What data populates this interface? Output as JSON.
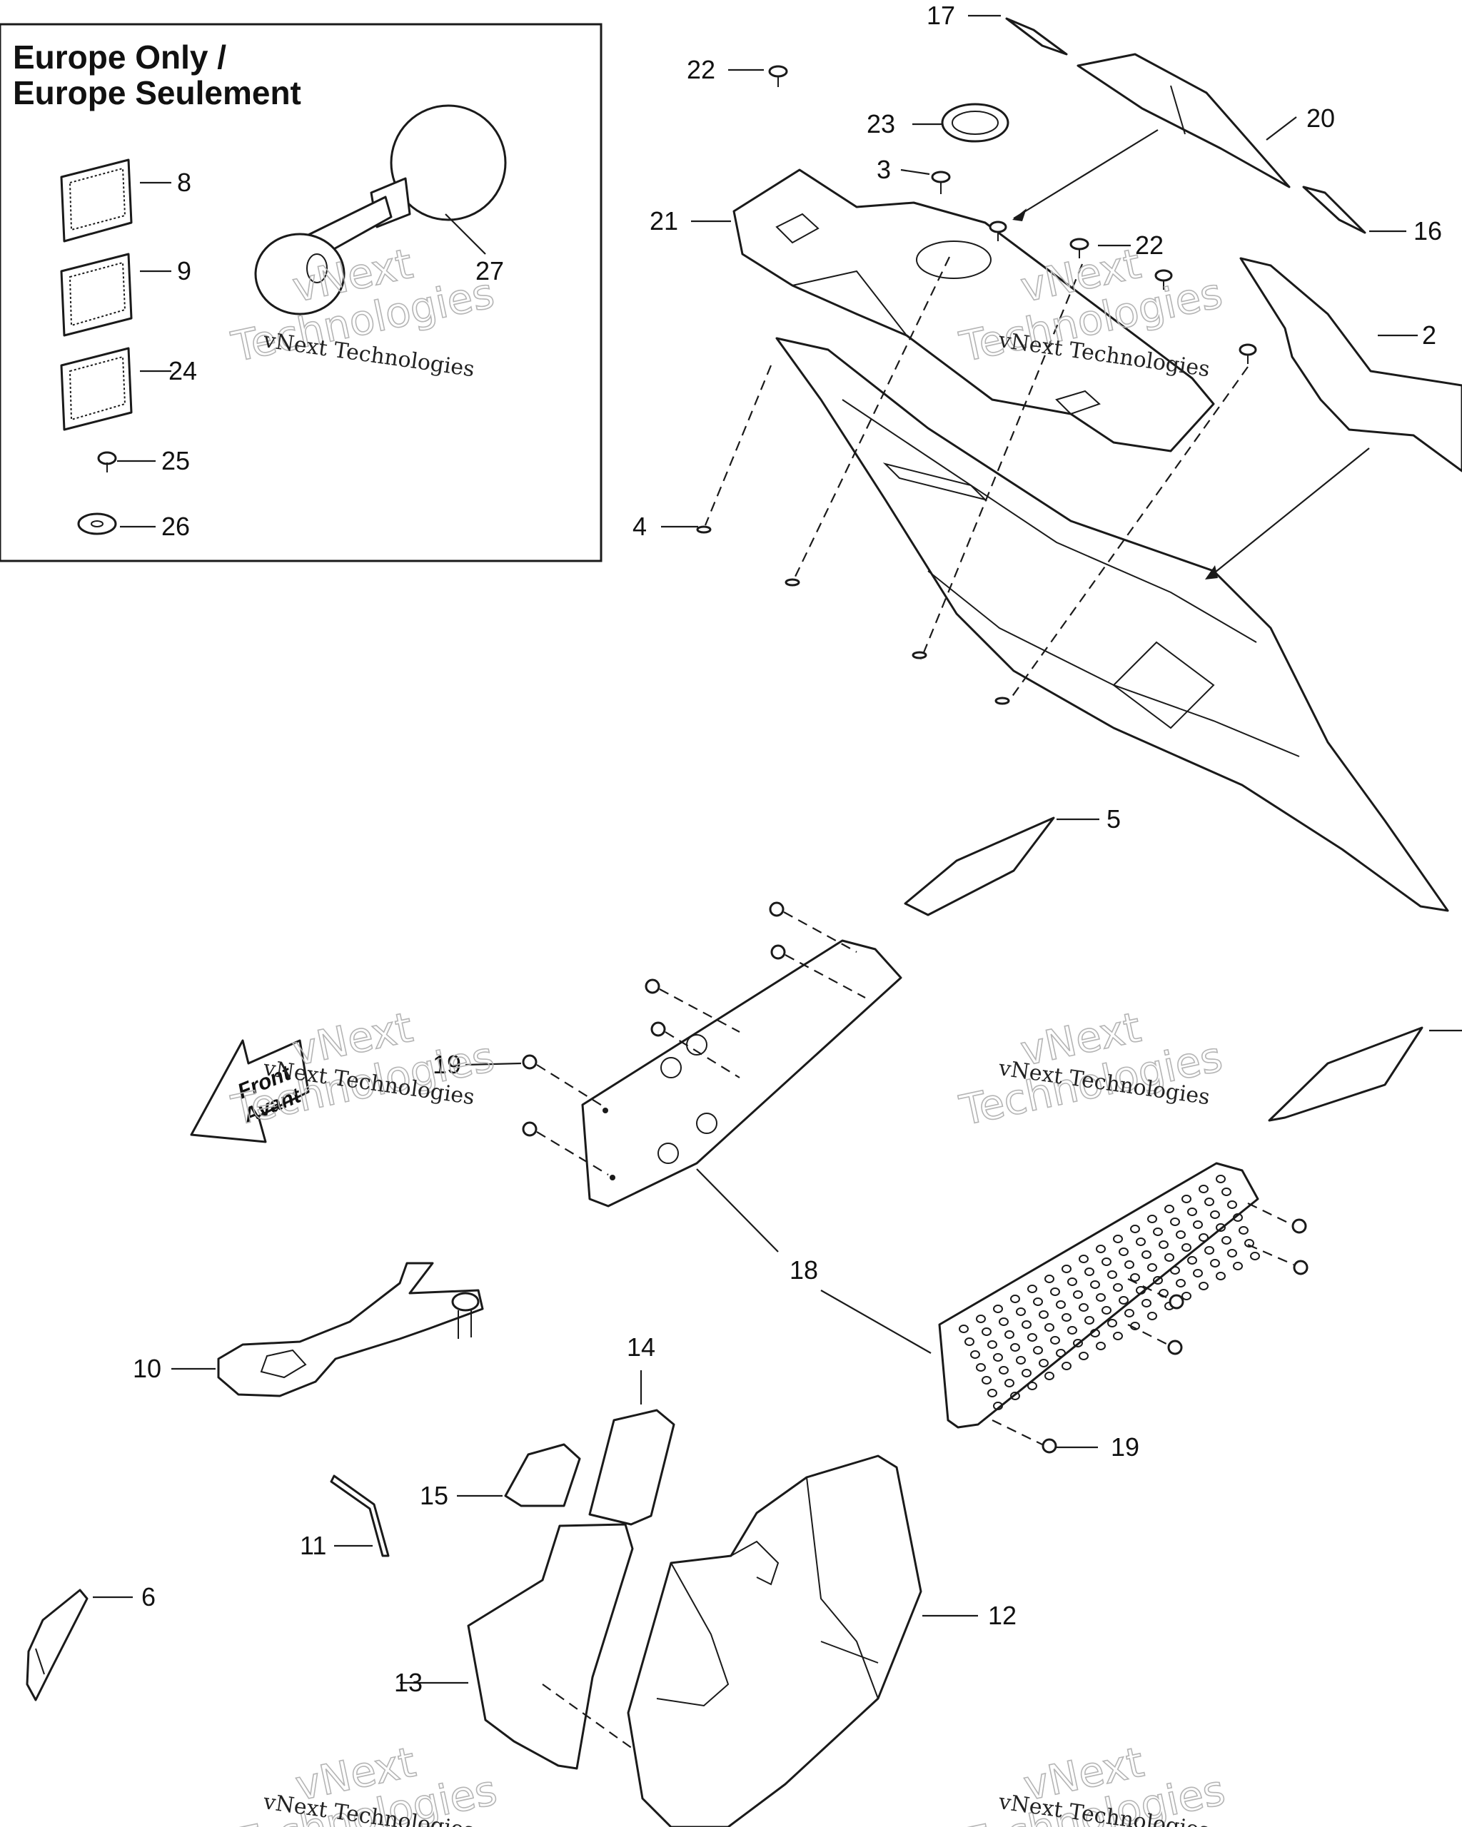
{
  "inset": {
    "title_line1": "Europe Only /",
    "title_line2": "Europe Seulement"
  },
  "callouts": {
    "c2": "2",
    "c3": "3",
    "c4": "4",
    "c5": "5",
    "c6": "6",
    "c8": "8",
    "c9": "9",
    "c10": "10",
    "c11": "11",
    "c12": "12",
    "c13": "13",
    "c14": "14",
    "c15": "15",
    "c16": "16",
    "c17": "17",
    "c18": "18",
    "c19a": "19",
    "c19b": "19",
    "c20": "20",
    "c21": "21",
    "c22a": "22",
    "c22b": "22",
    "c23": "23",
    "c24": "24",
    "c25": "25",
    "c26": "26",
    "c27": "27"
  },
  "front_arrow": {
    "line1": "Front",
    "line2": "Avant"
  },
  "watermark": {
    "small": "vNext Technologies",
    "big_line1": "vNext",
    "big_line2": "Technologies"
  }
}
